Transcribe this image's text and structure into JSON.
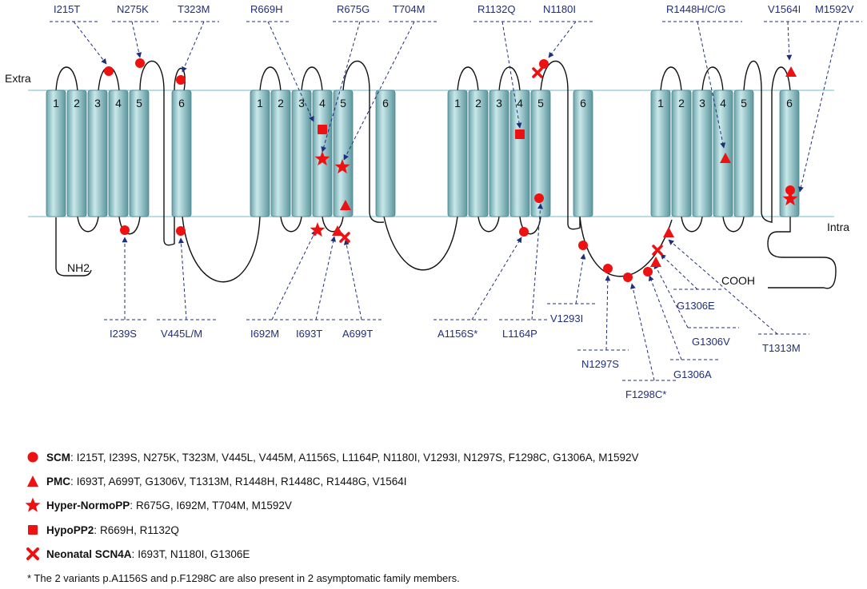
{
  "colors": {
    "marker": "#ee1111",
    "label": "#1f2f7a",
    "membrane": "#9fd3d9",
    "helix_mid": "#bfe3e6",
    "helix_dark": "#5f9aa2"
  },
  "membrane": {
    "extra": "Extra",
    "intra": "Intra",
    "nterm": "NH2",
    "cterm": "COOH"
  },
  "segments": [
    "1",
    "2",
    "3",
    "4",
    "5",
    "6"
  ],
  "mutation_labels": {
    "I215T": "I215T",
    "N275K": "N275K",
    "T323M": "T323M",
    "R669H": "R669H",
    "R675G": "R675G",
    "T704M": "T704M",
    "R1132Q": "R1132Q",
    "N1180I": "N1180I",
    "R1448HCG": "R1448H/C/G",
    "V1564I": "V1564I",
    "M1592V": "M1592V",
    "I239S": "I239S",
    "V445LM": "V445L/M",
    "I692M": "I692M",
    "I693T": "I693T",
    "A699T": "A699T",
    "A1156S": "A1156S*",
    "L1164P": "L1164P",
    "V1293I": "V1293I",
    "N1297S": "N1297S",
    "F1298C": "F1298C*",
    "G1306E": "G1306E",
    "G1306V": "G1306V",
    "G1306A": "G1306A",
    "T1313M": "T1313M"
  },
  "legend": [
    {
      "symbol": "circle",
      "name": "SCM",
      "sep": ":",
      "items": "I215T, I239S, N275K, T323M, V445L, V445M, A1156S, L1164P, N1180I, V1293I, N1297S, F1298C, G1306A, M1592V"
    },
    {
      "symbol": "triangle",
      "name": "PMC",
      "sep": ":",
      "items": "I693T, A699T, G1306V, T1313M, R1448H, R1448C, R1448G, V1564I"
    },
    {
      "symbol": "star",
      "name": "Hyper-NormoPP",
      "sep": ":",
      "items": "R675G, I692M, T704M, M1592V"
    },
    {
      "symbol": "square",
      "name": "HypoPP2",
      "sep": ":",
      "items": "R669H, R1132Q"
    },
    {
      "symbol": "cross",
      "name": "Neonatal SCN4A",
      "sep": ":",
      "items": "I693T, N1180I, G1306E"
    }
  ],
  "footnote": "* The 2 variants p.A1156S and p.F1298C are also present in 2 asymptomatic family members."
}
